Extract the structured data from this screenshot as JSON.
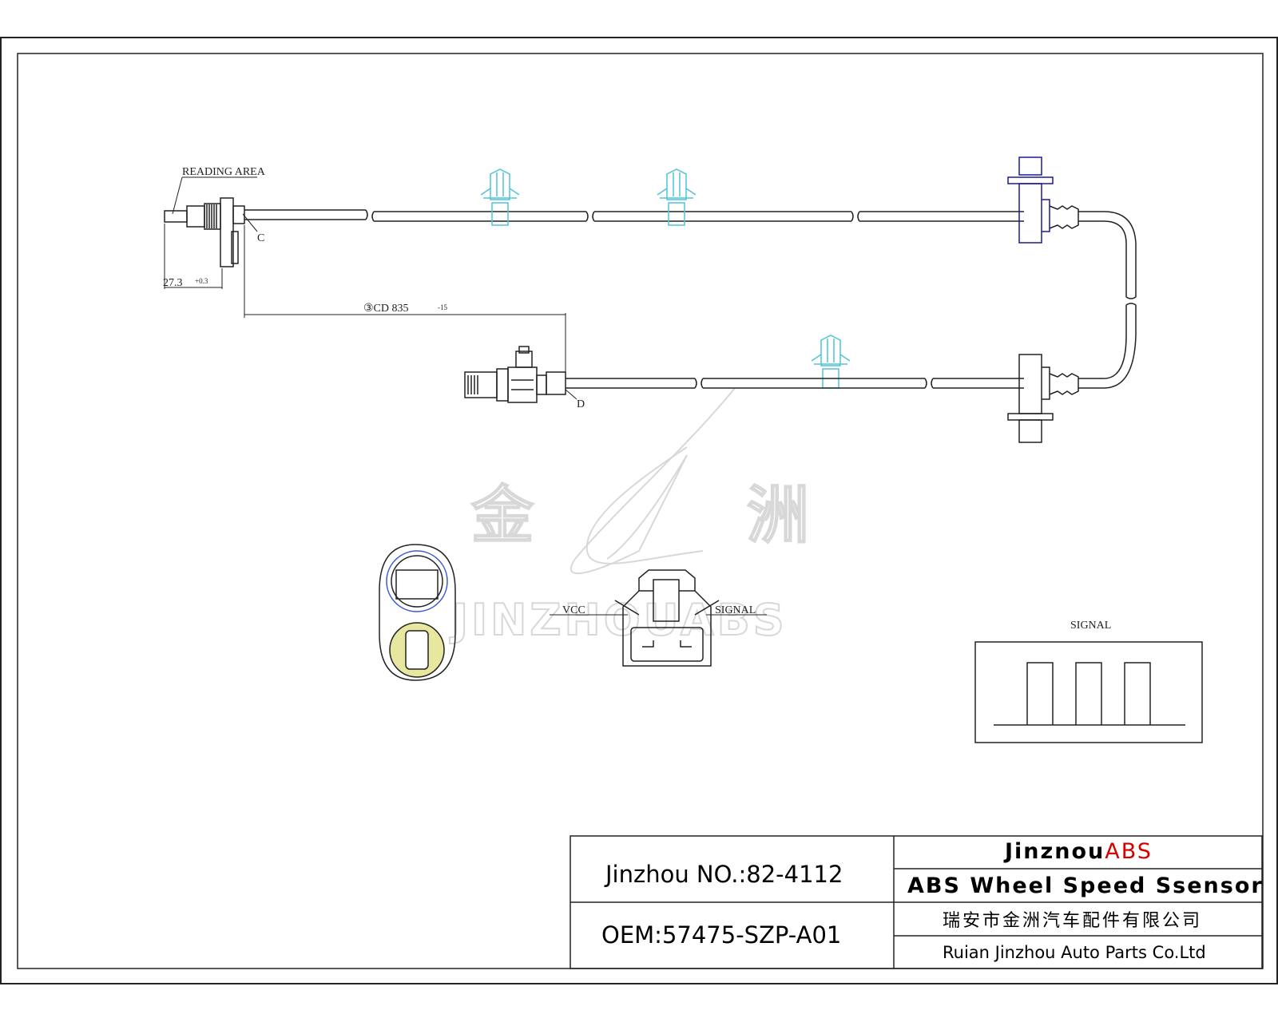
{
  "labels": {
    "reading_area": "READING AREA",
    "point_c": "C",
    "point_d": "D",
    "dim_27": "27.3",
    "dim_27_tol": "+0.3",
    "dim_cd": "③CD 835",
    "dim_cd_tol": "-15",
    "vcc": "VCC",
    "signal_pin": "SIGNAL",
    "signal_title": "SIGNAL"
  },
  "watermark": {
    "cn_left": "金",
    "cn_right": "洲",
    "en": "JINZHOUABS"
  },
  "title_block": {
    "jinzhou_no": "Jinzhou NO.:82-4112",
    "oem": "OEM:57475-SZP-A01",
    "brand_prefix": "Jinznou",
    "brand_suffix": "ABS",
    "product": "ABS Wheel Speed Ssensor",
    "company_cn": "瑞安市金洲汽车配件有限公司",
    "company_en": "Ruian Jinzhou Auto Parts Co.Ltd"
  },
  "signal_waveform": {
    "pulses": 3
  },
  "colors": {
    "line": "#222222",
    "clip": "#4fc3d9",
    "grommet": "#1a1a9a",
    "ring": "#e7e7a0",
    "ring_outline": "#3a5ad0",
    "brand_red": "#d40000",
    "watermark": "#d8d8d8"
  }
}
